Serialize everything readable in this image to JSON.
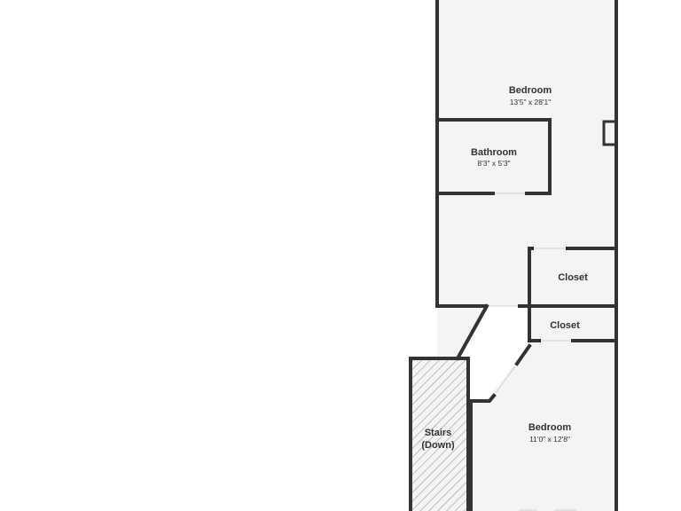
{
  "rooms": {
    "bedroom_upper": {
      "name": "Bedroom",
      "dims": "13'5\" x 28'1\""
    },
    "bathroom": {
      "name": "Bathroom",
      "dims": "8'3\" x 5'3\""
    },
    "closet_upper": {
      "name": "Closet"
    },
    "closet_lower": {
      "name": "Closet"
    },
    "bedroom_lower": {
      "name": "Bedroom",
      "dims": "11'0\" x 12'8\""
    },
    "stairs": {
      "name_line1": "Stairs",
      "name_line2": "(Down)"
    }
  },
  "colors": {
    "wall": "#333333",
    "floor": "#f4f4f4",
    "background": "#ffffff",
    "hatch": "#9a9a9a"
  }
}
